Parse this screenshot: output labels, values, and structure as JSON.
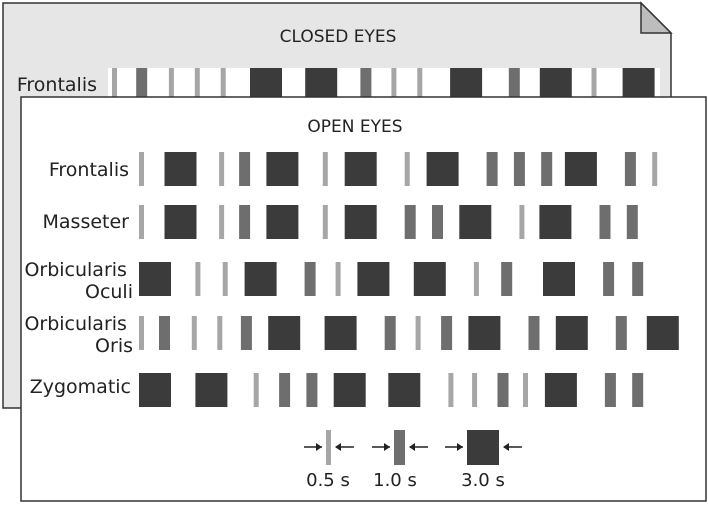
{
  "closed_panel": {
    "title": "CLOSED EYES",
    "muscle_label": "Frontalis"
  },
  "open_panel": {
    "title": "OPEN EYES",
    "rows": [
      {
        "label_lines": [
          "Frontalis"
        ]
      },
      {
        "label_lines": [
          "Masseter"
        ]
      },
      {
        "label_lines": [
          "Orbicularis",
          "Oculi"
        ]
      },
      {
        "label_lines": [
          "Orbicularis",
          "Oris"
        ]
      },
      {
        "label_lines": [
          "Zygomatic"
        ]
      }
    ]
  },
  "legend": {
    "items": [
      {
        "label": "0.5 s",
        "duration_s": 0.5
      },
      {
        "label": "1.0 s",
        "duration_s": 1.0
      },
      {
        "label": "3.0 s",
        "duration_s": 3.0
      }
    ]
  },
  "colors": {
    "short_bar": "#a6a6a6",
    "medium_bar": "#6e6e6e",
    "long_block": "#3b3b3b",
    "panel_back_fill": "#e6e6e6",
    "panel_front_fill": "#ffffff",
    "border": "#333333"
  },
  "sequences": {
    "closed_frontalis": [
      {
        "d": 0.5,
        "t": 0.0
      },
      {
        "d": 1.0,
        "t": 0.7
      },
      {
        "d": 0.5,
        "t": 1.65
      },
      {
        "d": 0.5,
        "t": 2.4
      },
      {
        "d": 0.5,
        "t": 3.15
      },
      {
        "d": 3.0,
        "t": 4.0
      },
      {
        "d": 3.0,
        "t": 5.6
      },
      {
        "d": 1.0,
        "t": 7.2
      },
      {
        "d": 0.5,
        "t": 8.1
      },
      {
        "d": 0.5,
        "t": 8.85
      },
      {
        "d": 3.0,
        "t": 9.8
      },
      {
        "d": 1.0,
        "t": 11.5
      },
      {
        "d": 3.0,
        "t": 12.4
      },
      {
        "d": 0.5,
        "t": 13.9
      },
      {
        "d": 3.0,
        "t": 14.8
      }
    ],
    "open_rows": [
      [
        {
          "d": 0.5,
          "t": 0.0
        },
        {
          "d": 3.0,
          "t": 0.7
        },
        {
          "d": 0.5,
          "t": 2.2
        },
        {
          "d": 1.0,
          "t": 2.75
        },
        {
          "d": 3.0,
          "t": 3.5
        },
        {
          "d": 0.5,
          "t": 5.05
        },
        {
          "d": 3.0,
          "t": 5.65
        },
        {
          "d": 0.5,
          "t": 7.3
        },
        {
          "d": 3.0,
          "t": 7.9
        },
        {
          "d": 1.0,
          "t": 9.55
        },
        {
          "d": 1.0,
          "t": 10.3
        },
        {
          "d": 1.0,
          "t": 11.05
        },
        {
          "d": 3.0,
          "t": 11.7
        },
        {
          "d": 1.0,
          "t": 13.35
        },
        {
          "d": 0.5,
          "t": 14.1
        }
      ],
      [
        {
          "d": 0.5,
          "t": 0.0
        },
        {
          "d": 3.0,
          "t": 0.7
        },
        {
          "d": 0.5,
          "t": 2.2
        },
        {
          "d": 1.0,
          "t": 2.75
        },
        {
          "d": 3.0,
          "t": 3.5
        },
        {
          "d": 0.5,
          "t": 5.05
        },
        {
          "d": 3.0,
          "t": 5.65
        },
        {
          "d": 1.0,
          "t": 7.3
        },
        {
          "d": 1.0,
          "t": 8.05
        },
        {
          "d": 3.0,
          "t": 8.8
        },
        {
          "d": 0.5,
          "t": 10.45
        },
        {
          "d": 3.0,
          "t": 11.0
        },
        {
          "d": 1.0,
          "t": 12.65
        },
        {
          "d": 1.0,
          "t": 13.4
        }
      ],
      [
        {
          "d": 3.0,
          "t": 0.0
        },
        {
          "d": 0.5,
          "t": 1.55
        },
        {
          "d": 0.5,
          "t": 2.3
        },
        {
          "d": 3.0,
          "t": 2.9
        },
        {
          "d": 1.0,
          "t": 4.55
        },
        {
          "d": 0.5,
          "t": 5.4
        },
        {
          "d": 3.0,
          "t": 6.0
        },
        {
          "d": 3.0,
          "t": 7.55
        },
        {
          "d": 0.5,
          "t": 9.2
        },
        {
          "d": 1.0,
          "t": 9.95
        },
        {
          "d": 3.0,
          "t": 11.1
        },
        {
          "d": 1.0,
          "t": 12.75
        },
        {
          "d": 1.0,
          "t": 13.55
        }
      ],
      [
        {
          "d": 0.5,
          "t": 0.0
        },
        {
          "d": 1.0,
          "t": 0.55
        },
        {
          "d": 0.5,
          "t": 1.45
        },
        {
          "d": 0.5,
          "t": 2.15
        },
        {
          "d": 1.0,
          "t": 2.8
        },
        {
          "d": 3.0,
          "t": 3.55
        },
        {
          "d": 3.0,
          "t": 5.1
        },
        {
          "d": 1.0,
          "t": 6.75
        },
        {
          "d": 0.5,
          "t": 7.6
        },
        {
          "d": 1.0,
          "t": 8.3
        },
        {
          "d": 3.0,
          "t": 9.05
        },
        {
          "d": 1.0,
          "t": 10.7
        },
        {
          "d": 3.0,
          "t": 11.45
        },
        {
          "d": 1.0,
          "t": 13.1
        },
        {
          "d": 3.0,
          "t": 13.95
        }
      ],
      [
        {
          "d": 3.0,
          "t": 0.0
        },
        {
          "d": 3.0,
          "t": 1.55
        },
        {
          "d": 0.5,
          "t": 3.15
        },
        {
          "d": 1.0,
          "t": 3.85
        },
        {
          "d": 1.0,
          "t": 4.6
        },
        {
          "d": 3.0,
          "t": 5.35
        },
        {
          "d": 3.0,
          "t": 6.85
        },
        {
          "d": 0.5,
          "t": 8.5
        },
        {
          "d": 0.5,
          "t": 9.15
        },
        {
          "d": 1.0,
          "t": 9.85
        },
        {
          "d": 0.5,
          "t": 10.55
        },
        {
          "d": 3.0,
          "t": 11.15
        },
        {
          "d": 1.0,
          "t": 12.8
        },
        {
          "d": 1.0,
          "t": 13.55
        }
      ]
    ]
  }
}
